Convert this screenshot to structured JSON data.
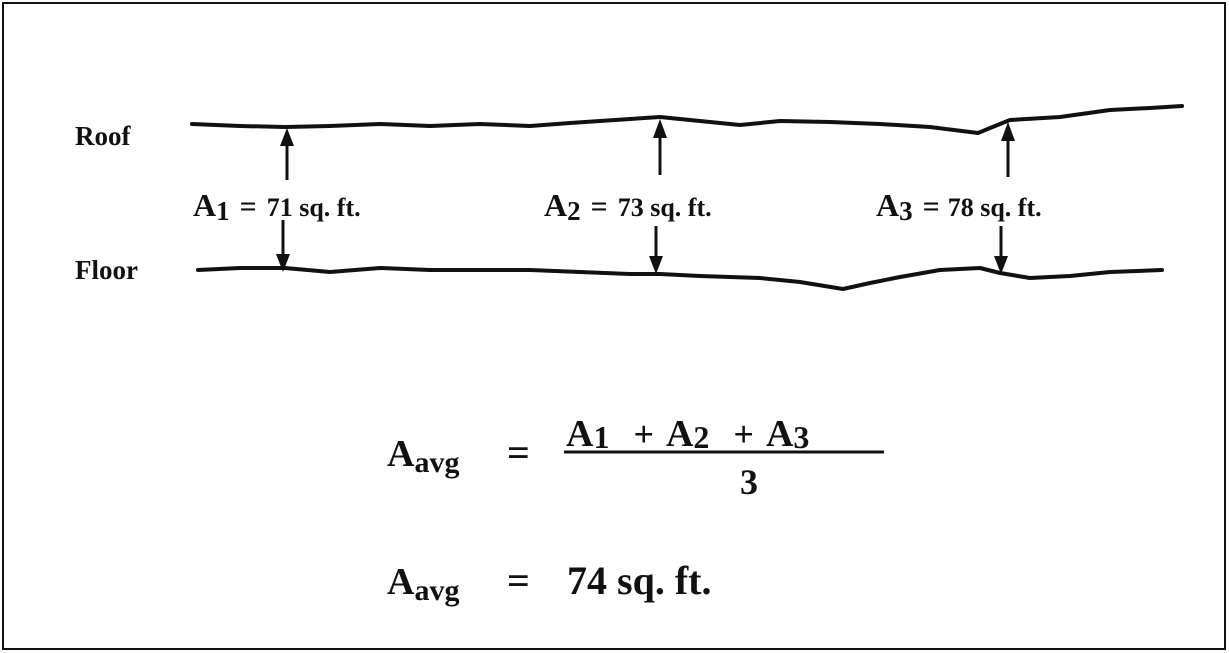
{
  "labels": {
    "roof": "Roof",
    "floor": "Floor"
  },
  "measurements": [
    {
      "symbol": "A",
      "subscript": "1",
      "equals": "=",
      "value": "71 sq. ft."
    },
    {
      "symbol": "A",
      "subscript": "2",
      "equals": "=",
      "value": "73 sq. ft."
    },
    {
      "symbol": "A",
      "subscript": "3",
      "equals": "=",
      "value": "78 sq. ft."
    }
  ],
  "formula": {
    "lhs_symbol": "A",
    "lhs_subscript": "avg",
    "equals": "=",
    "numerator": {
      "a1_symbol": "A",
      "a1_subscript": "1",
      "plus1": "+",
      "a2_symbol": "A",
      "a2_subscript": "2",
      "plus2": "+",
      "a3_symbol": "A",
      "a3_subscript": "3"
    },
    "denominator": "3"
  },
  "result": {
    "lhs_symbol": "A",
    "lhs_subscript": "avg",
    "equals": "=",
    "value": "74 sq. ft."
  },
  "colors": {
    "ink": "#111111",
    "background": "#ffffff"
  }
}
